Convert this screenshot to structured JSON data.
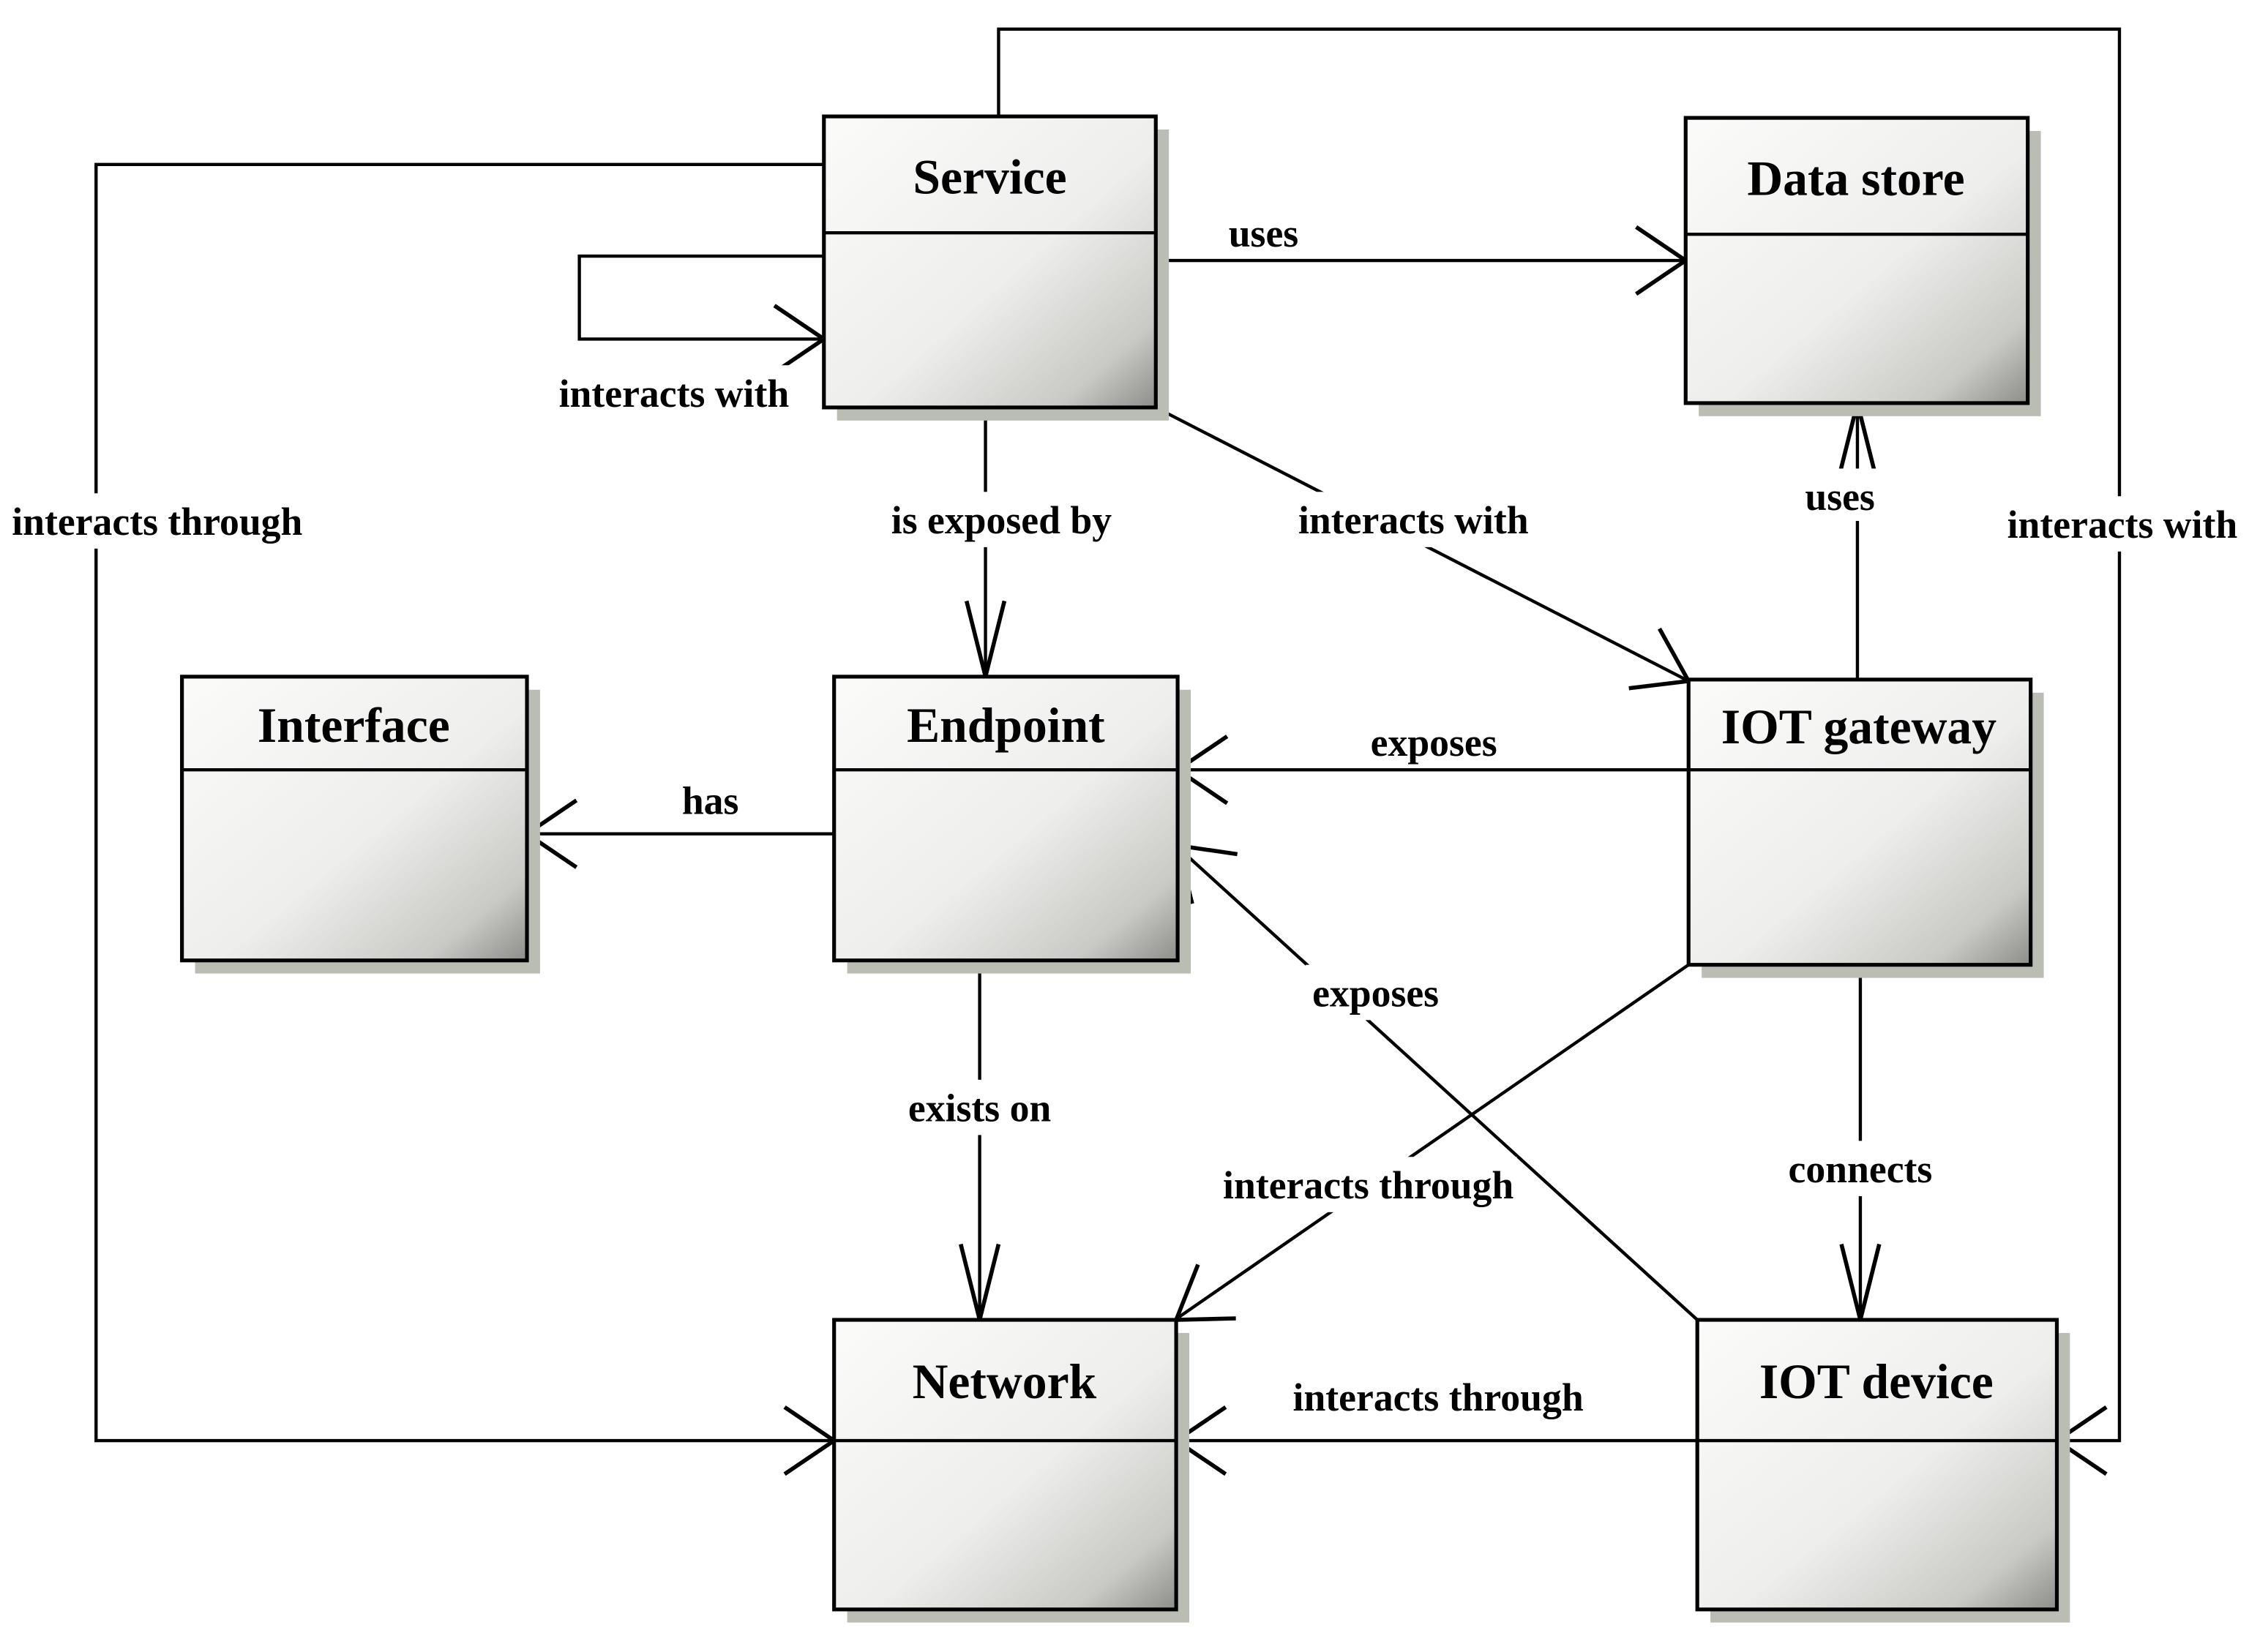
{
  "nodes": {
    "service": {
      "label": "Service"
    },
    "datastore": {
      "label": "Data store"
    },
    "interface": {
      "label": "Interface"
    },
    "endpoint": {
      "label": "Endpoint"
    },
    "gateway": {
      "label": "IOT gateway"
    },
    "network": {
      "label": "Network"
    },
    "device": {
      "label": "IOT device"
    }
  },
  "edges": {
    "service_self": {
      "from": "Service",
      "to": "Service",
      "label": "interacts with"
    },
    "service_datastore": {
      "from": "Service",
      "to": "Data store",
      "label": "uses"
    },
    "service_endpoint": {
      "from": "Service",
      "to": "Endpoint",
      "label": "is exposed by"
    },
    "service_gateway": {
      "from": "Service",
      "to": "IOT gateway",
      "label": "interacts with"
    },
    "service_network": {
      "from": "Service",
      "to": "Network",
      "label": "interacts through"
    },
    "service_device": {
      "from": "Service",
      "to": "IOT device",
      "label": "interacts with"
    },
    "gateway_datastore": {
      "from": "IOT gateway",
      "to": "Data store",
      "label": "uses"
    },
    "gateway_endpoint": {
      "from": "IOT gateway",
      "to": "Endpoint",
      "label": "exposes"
    },
    "gateway_network": {
      "from": "IOT gateway",
      "to": "Network",
      "label": "interacts through"
    },
    "gateway_device": {
      "from": "IOT gateway",
      "to": "IOT device",
      "label": "connects"
    },
    "device_endpoint": {
      "from": "IOT device",
      "to": "Endpoint",
      "label": "exposes"
    },
    "device_network": {
      "from": "IOT device",
      "to": "Network",
      "label": "interacts through"
    },
    "endpoint_network": {
      "from": "Endpoint",
      "to": "Network",
      "label": "exists on"
    },
    "endpoint_interface": {
      "from": "Endpoint",
      "to": "Interface",
      "label": "has"
    }
  },
  "colors": {
    "line": "#000000",
    "shadow": "#b9bdb4",
    "box_gradient_light": "#fbfbfa",
    "box_gradient_dark": "#8d8d8a",
    "background": "#ffffff"
  }
}
